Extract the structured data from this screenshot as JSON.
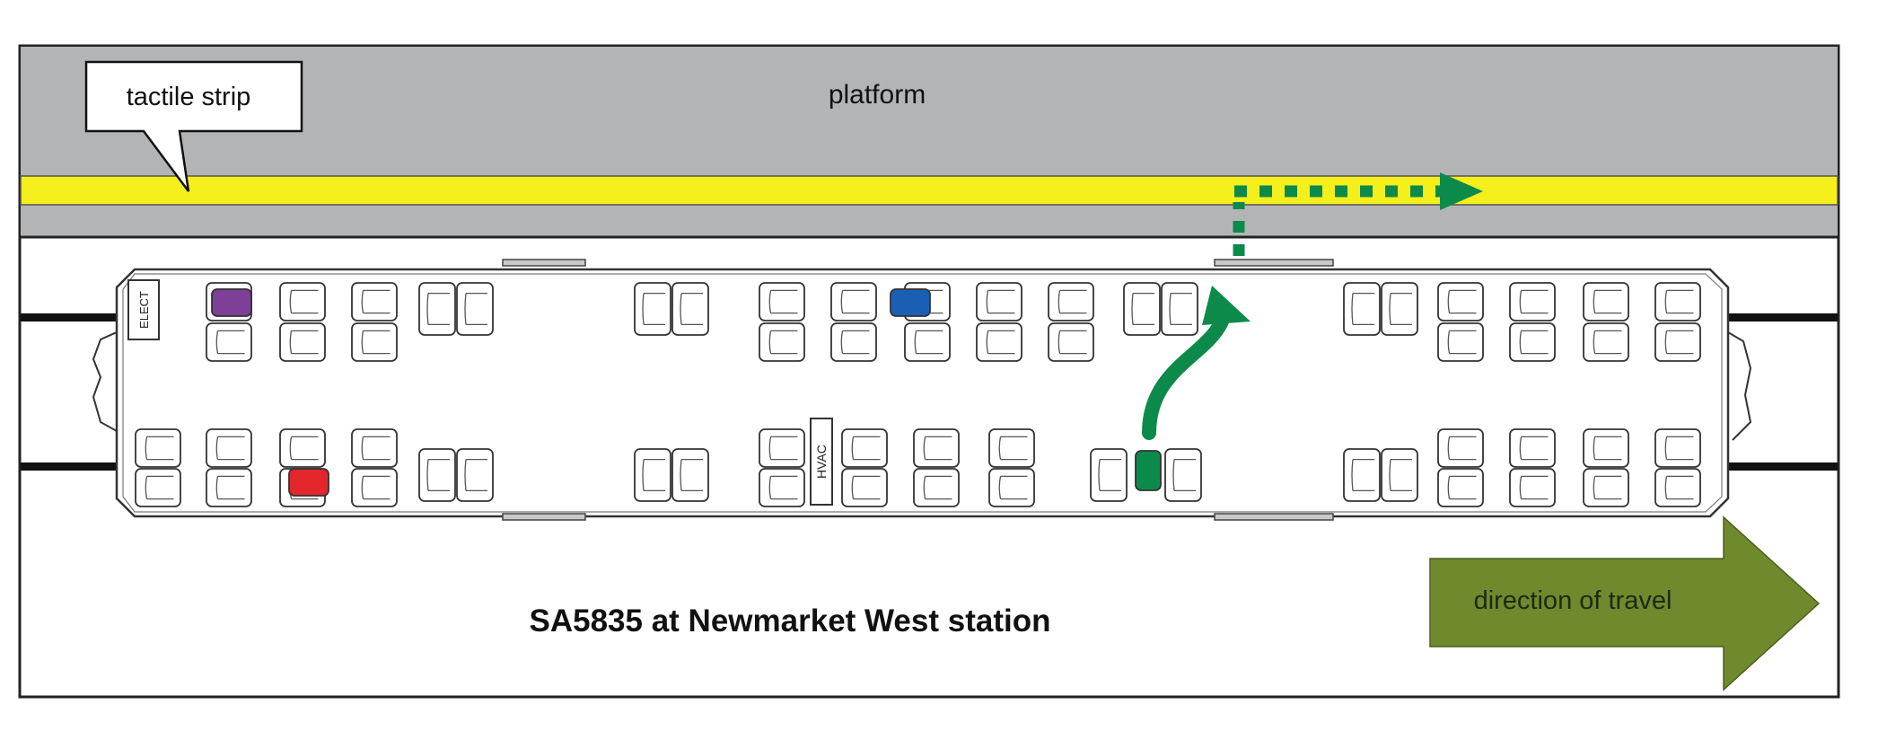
{
  "labels": {
    "platform": "platform",
    "tactile_strip": "tactile strip",
    "caption": "SA5835 at Newmarket West station",
    "direction": "direction of travel",
    "elect": "ELECT",
    "hvac": "HVAC"
  },
  "colors": {
    "platform": "#b3b4b6",
    "tactile_strip": "#f5ef1c",
    "exit_route": "#0c8a4a",
    "direction_arrow": "#6f8a2d",
    "seat_purple": "#7d3f97",
    "seat_blue": "#1b5fb4",
    "seat_red": "#e3262b",
    "seat_green": "#0c8a4a"
  },
  "highlighted_seats": [
    {
      "color_name": "purple",
      "side": "platform-side"
    },
    {
      "color_name": "blue",
      "side": "platform-side"
    },
    {
      "color_name": "red",
      "side": "track-side"
    },
    {
      "color_name": "green",
      "side": "track-side"
    }
  ],
  "icons": [
    "route-arrow-icon",
    "direction-arrow-icon",
    "callout-icon"
  ]
}
